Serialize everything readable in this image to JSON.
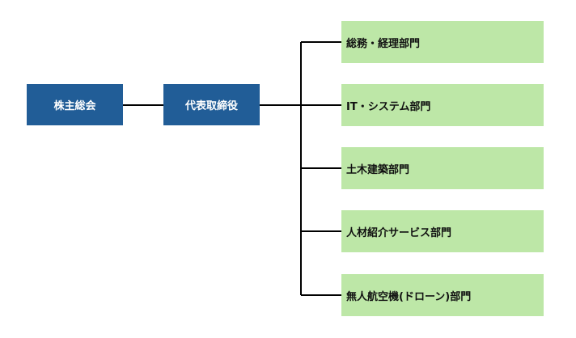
{
  "org_chart": {
    "shareholders": "株主総会",
    "ceo": "代表取締役",
    "departments": [
      "総務・経理部門",
      "IT・システム部門",
      "土木建築部門",
      "人材紹介サービス部門",
      "無人航空機(ドローン)部門"
    ]
  },
  "colors": {
    "top_box": "#215d97",
    "department_box": "#bde7a7",
    "line": "#000000"
  }
}
